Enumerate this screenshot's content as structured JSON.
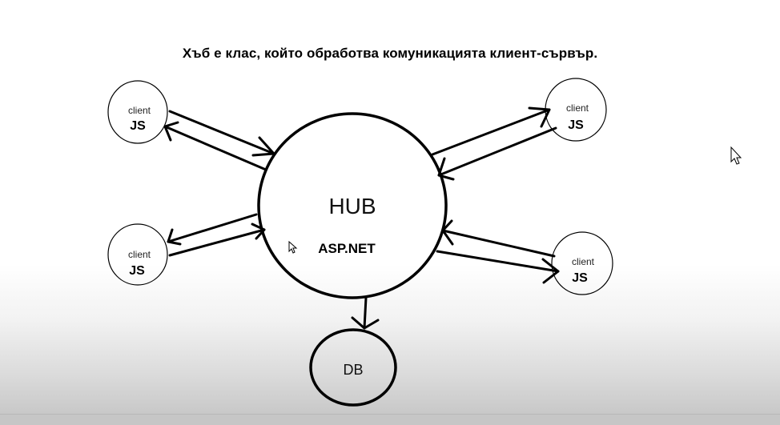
{
  "title": "Хъб е клас, който обработва комуникацията клиент-сървър.",
  "hub": {
    "label": "HUB",
    "sublabel": "ASP.NET"
  },
  "clients": [
    {
      "label": "client",
      "tech": "JS"
    },
    {
      "label": "client",
      "tech": "JS"
    },
    {
      "label": "client",
      "tech": "JS"
    },
    {
      "label": "client",
      "tech": "JS"
    }
  ],
  "database": {
    "label": "DB"
  },
  "icons": [
    "mouse-cursor-icon"
  ],
  "colors": {
    "stroke": "#000000",
    "background": "#ffffff"
  }
}
